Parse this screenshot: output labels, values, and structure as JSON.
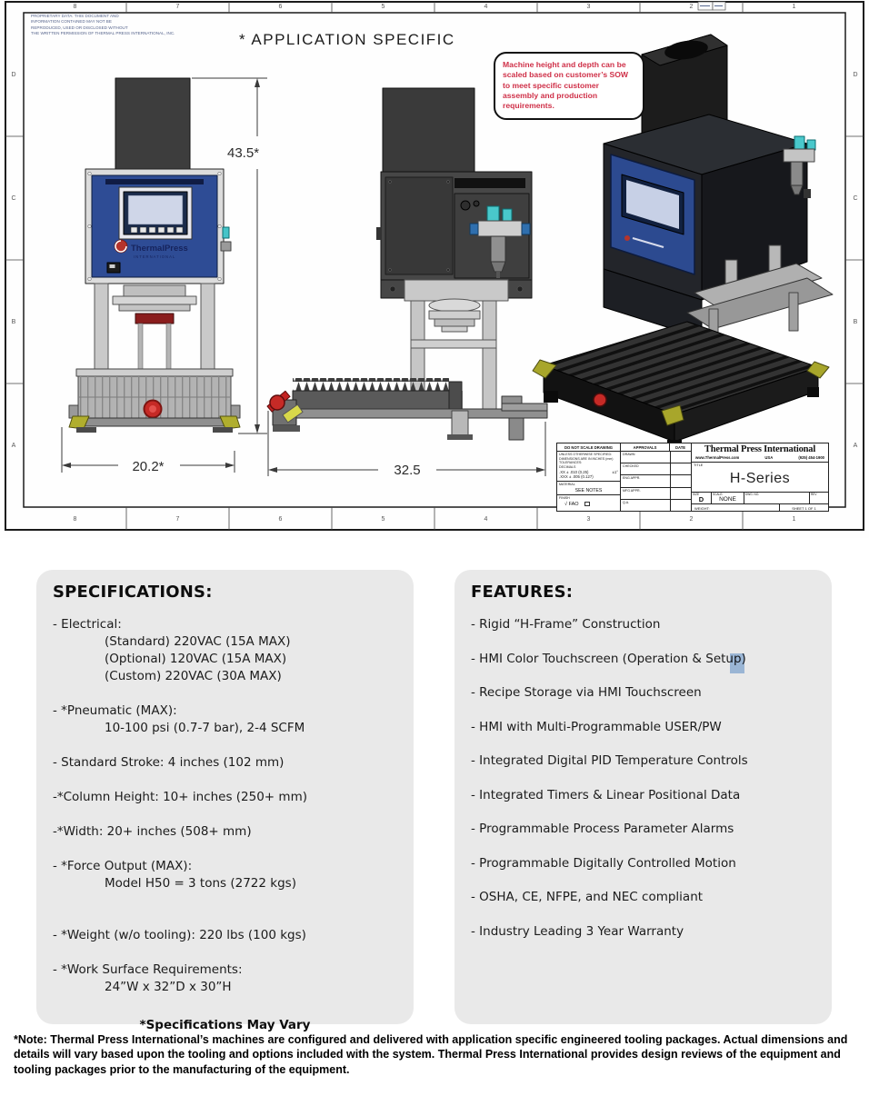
{
  "sheet": {
    "zones_top": [
      "8",
      "7",
      "6",
      "5",
      "4",
      "3",
      "2",
      "1"
    ],
    "zones_bottom": [
      "8",
      "7",
      "6",
      "5",
      "4",
      "3",
      "2",
      "1"
    ],
    "zones_left": [
      "D",
      "C",
      "B",
      "A"
    ],
    "zones_right": [
      "D",
      "C",
      "B",
      "A"
    ],
    "proprietary_note_lines": [
      "PROPRIETARY DATA: THIS DOCUMENT AND",
      "INFORMATION CONTAINED MAY NOT BE",
      "REPRODUCED, USED OR DISCLOSED WITHOUT",
      "THE WRITTEN PERMISSION OF THERMAL PRESS INTERNATIONAL, INC."
    ],
    "application_specific_heading": "* APPLICATION SPECIFIC",
    "note_bubble_text": "Machine height and depth can be scaled based on customer’s SOW to meet specific customer assembly and production requirements.",
    "front_panel": {
      "brand": "ThermalPress",
      "brand_sub": "INTERNATIONAL"
    },
    "dimensions": {
      "height_label": "43.5*",
      "front_width_label": "20.2*",
      "side_depth_label": "32.5"
    },
    "title_block": {
      "do_not_scale": "DO NOT SCALE DRAWING",
      "tolerance_lines": [
        "UNLESS OTHERWISE SPECIFIED:",
        "DIMENSIONS ARE IN INCHES (mm)",
        "TOLERANCES:",
        "DECIMALS"
      ],
      "tol_xx": ".XX ± .010 (0.25)",
      "tol_xxx": ".XXX ± .005 (0.127)",
      "tol_angle": "±1°",
      "material_label": "MATERIAL",
      "material_value": "SEE NOTES",
      "finish_label": "FINISH",
      "finish_symbol": "√",
      "finish_value": "FAO",
      "approvals_label": "APPROVALS",
      "date_label": "DATE",
      "approval_rows": [
        "DRAWN",
        "CHECKED",
        "ENG APPR.",
        "MFG APPR.",
        "Q.A."
      ],
      "company": "Thermal Press International",
      "website": "www.ThermalPress.com",
      "region": "USA",
      "phone": "(925) 454-1900",
      "title_label": "TITLE",
      "title": "H-Series",
      "size_label": "SIZE",
      "size_value": "D",
      "scale_label": "SCALE:",
      "scale_value": "NONE",
      "dwg_label": "DWG. NO.",
      "rev_label": "REV",
      "weight_label": "WEIGHT:",
      "sheet_label": "SHEET 1 OF 1"
    }
  },
  "specifications": {
    "heading": "SPECIFICATIONS:",
    "items": [
      {
        "text": "- Electrical:",
        "sub": [
          "(Standard) 220VAC (15A MAX)",
          "(Optional) 120VAC (15A MAX)",
          "(Custom) 220VAC (30A MAX)"
        ]
      },
      {
        "text": "- *Pneumatic (MAX):",
        "sub": [
          "10-100 psi (0.7-7 bar), 2-4 SCFM"
        ]
      },
      {
        "text": "- Standard Stroke: 4 inches (102 mm)",
        "sub": []
      },
      {
        "text": "-*Column Height: 10+ inches (250+ mm)",
        "sub": []
      },
      {
        "text": "-*Width: 20+ inches (508+ mm)",
        "sub": []
      },
      {
        "text": "- *Force Output (MAX):",
        "sub": [
          "Model H50 = 3 tons (2722 kgs)"
        ]
      },
      {
        "text": "- *Weight (w/o tooling): 220 lbs (100 kgs)",
        "sub": []
      },
      {
        "text": "- *Work Surface Requirements:",
        "sub": [
          "24”W x 32”D x 30”H"
        ]
      }
    ],
    "footer": "*Specifications May Vary"
  },
  "features": {
    "heading": "FEATURES:",
    "items": [
      "- Rigid “H-Frame” Construction",
      "- HMI Color Touchscreen (Operation & Setup)",
      "- Recipe Storage via HMI Touchscreen",
      "- HMI with Multi-Programmable USER/PW",
      "- Integrated Digital PID Temperature Controls",
      "- Integrated Timers & Linear Positional Data",
      "- Programmable Process Parameter Alarms",
      "- Programmable Digitally Controlled Motion",
      "- OSHA, CE, NFPE, and NEC compliant",
      "- Industry Leading 3 Year Warranty"
    ]
  },
  "footnote": "*Note: Thermal Press International’s machines are configured and delivered with application specific engineered tooling packages. Actual dimensions and details will vary based upon the tooling and options included with the system. Thermal Press International provides design reviews of the equipment and tooling packages prior to the manufacturing of the equipment."
}
